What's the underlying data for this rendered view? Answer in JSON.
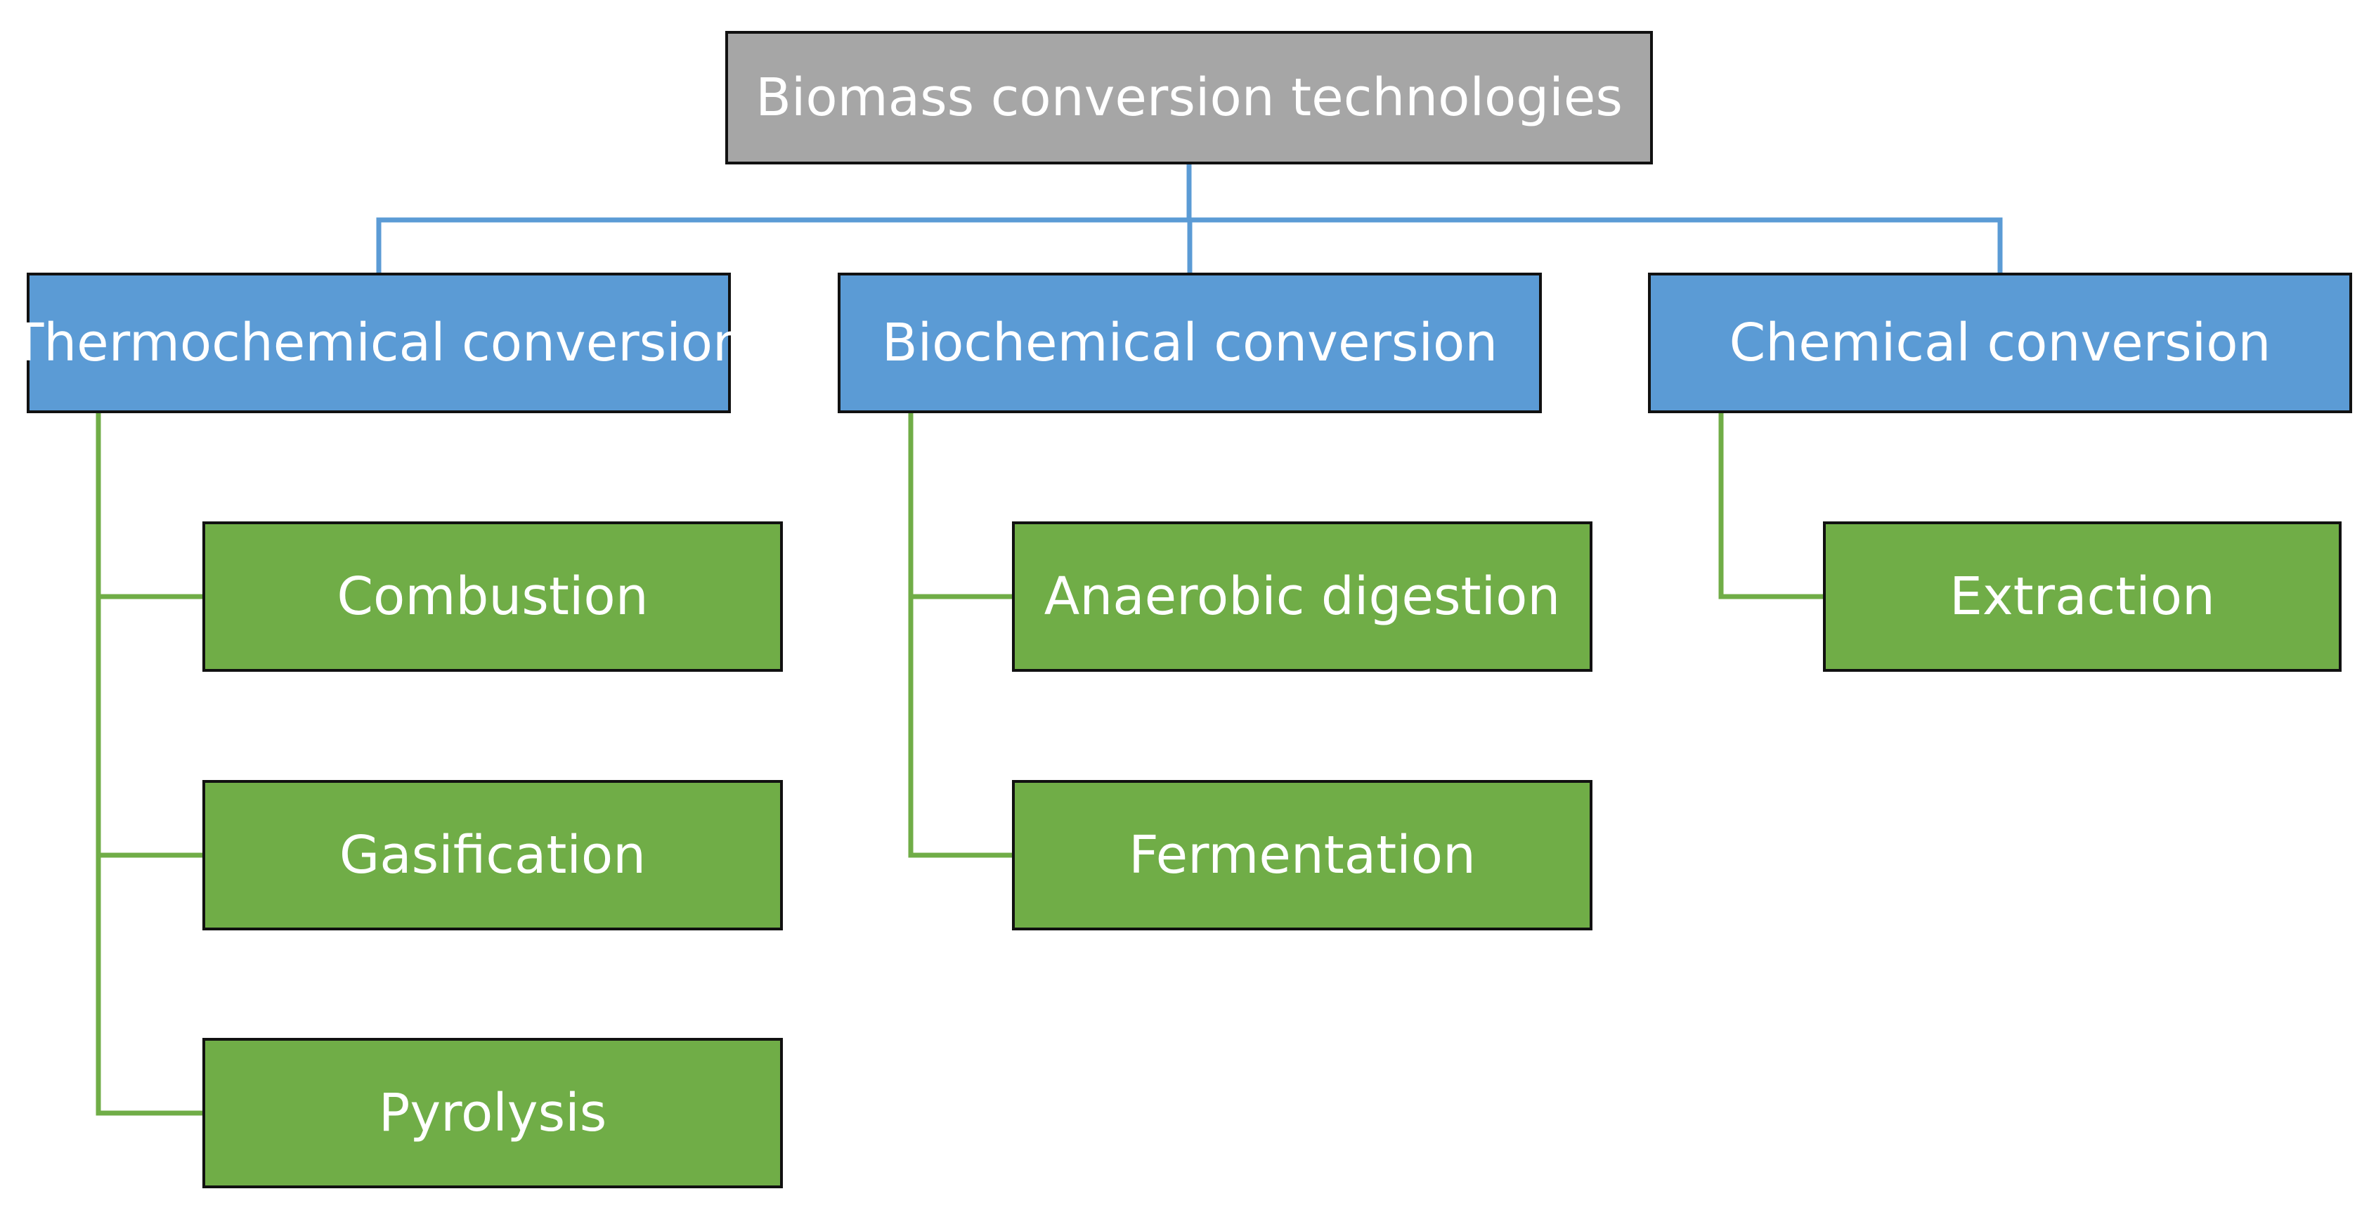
{
  "colors": {
    "root_fill": "#a6a6a6",
    "category_fill": "#5b9bd5",
    "method_fill": "#70ad47",
    "category_connector": "#5b9bd5",
    "method_connector": "#70ad47",
    "border": "#111111",
    "text": "#ffffff"
  },
  "root": {
    "label": "Biomass conversion technologies"
  },
  "categories": [
    {
      "label": "Thermochemical conversion",
      "methods": [
        {
          "label": "Combustion"
        },
        {
          "label": "Gasification"
        },
        {
          "label": "Pyrolysis"
        }
      ]
    },
    {
      "label": "Biochemical conversion",
      "methods": [
        {
          "label": "Anaerobic digestion"
        },
        {
          "label": "Fermentation"
        }
      ]
    },
    {
      "label": "Chemical conversion",
      "methods": [
        {
          "label": "Extraction"
        }
      ]
    }
  ]
}
